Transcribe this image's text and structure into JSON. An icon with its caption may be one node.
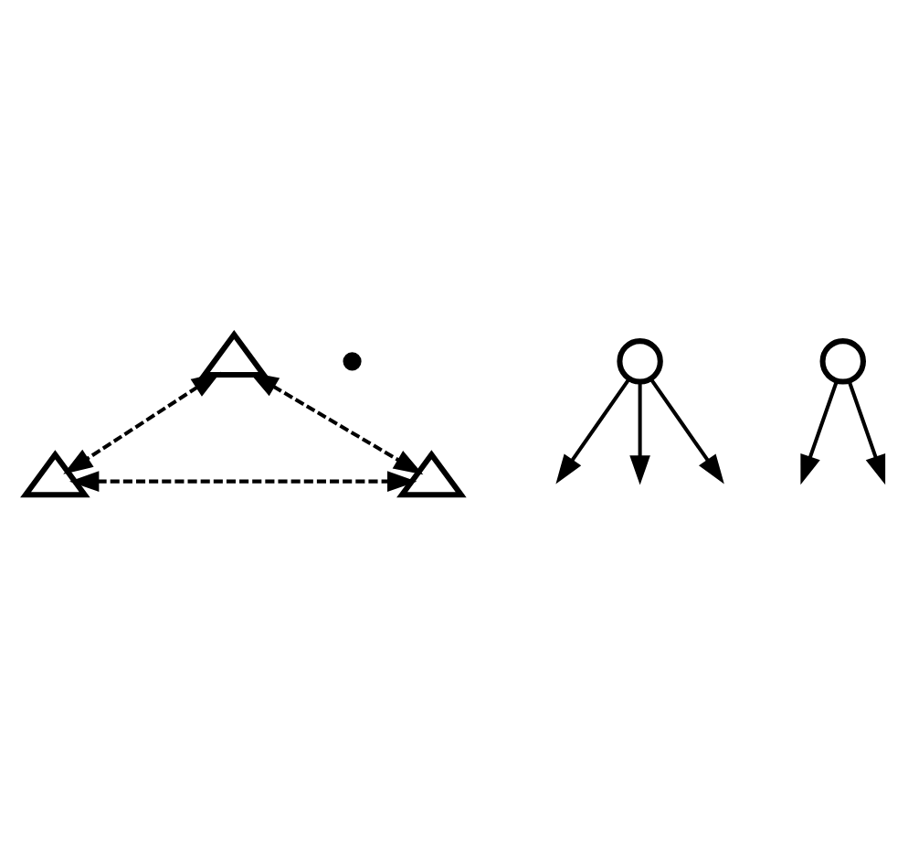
{
  "diagram": {
    "nodes": [
      {
        "text": [],
        "shape": "triangle"
      },
      {
        "text": [],
        "shape": "dot"
      },
      {
        "text": [],
        "shape": "circle"
      },
      {
        "text": [],
        "shape": "circle"
      },
      {
        "text": [],
        "shape": "triangle"
      },
      {
        "text": [],
        "shape": "triangle"
      }
    ],
    "edges": [
      {
        "from": 0,
        "to": 4,
        "arrow": "both",
        "style": "dashed"
      },
      {
        "from": 0,
        "to": 5,
        "arrow": "both",
        "style": "dashed"
      },
      {
        "from": 4,
        "to": 5,
        "arrow": "both",
        "style": "dashed"
      },
      {
        "from": 2,
        "to": null,
        "arrow": "to"
      },
      {
        "from": 2,
        "to": null,
        "arrow": "to"
      },
      {
        "from": 2,
        "to": null,
        "arrow": "to"
      },
      {
        "from": 3,
        "to": null,
        "arrow": "to"
      },
      {
        "from": 3,
        "to": null,
        "arrow": "to"
      }
    ]
  }
}
